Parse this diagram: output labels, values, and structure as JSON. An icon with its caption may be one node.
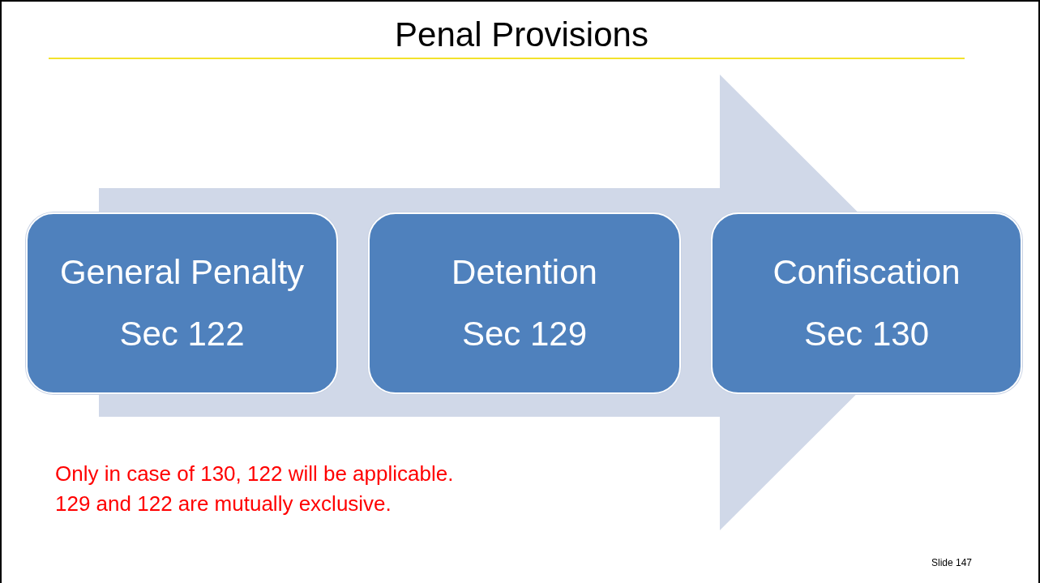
{
  "diagram": {
    "title": "Penal Provisions",
    "nodes": [
      {
        "text": [
          "General Penalty",
          "Sec 122"
        ]
      },
      {
        "text": [
          "Detention",
          "Sec 129"
        ]
      },
      {
        "text": [
          "Confiscation",
          "Sec 130"
        ]
      }
    ],
    "edges": [
      {
        "from": 0,
        "to": 2,
        "arrow": "to"
      }
    ],
    "labels": [
      "Only in case of 130, 122 will be applicable.",
      "129 and 122 are mutually exclusive.",
      "Slide 147"
    ]
  }
}
